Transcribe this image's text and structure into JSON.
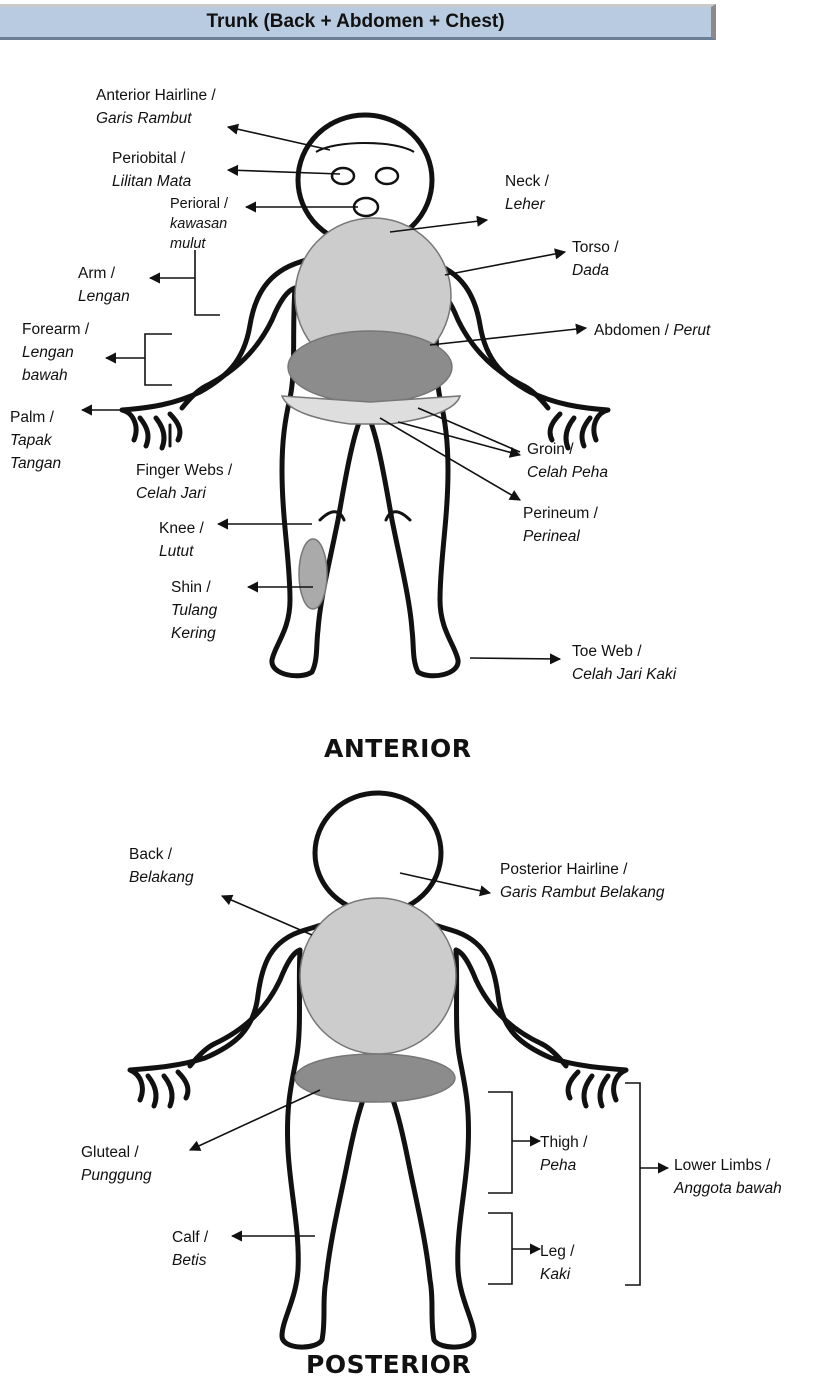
{
  "header": {
    "title": "Trunk (Back + Abdomen + Chest)"
  },
  "colors": {
    "header_bg": "#b9cbe0",
    "region_light": "#cccccc",
    "region_dark": "#8c8c8c",
    "outline": "#111111"
  },
  "anterior": {
    "title": "ANTERIOR",
    "labels": {
      "anterior_hairline": {
        "en": "Anterior Hairline /",
        "ms": "Garis Rambut"
      },
      "periorbital": {
        "en": "Periobital /",
        "ms": "Lilitan Mata"
      },
      "perioral": {
        "en": "Perioral /",
        "ms1": "kawasan",
        "ms2": "mulut"
      },
      "neck": {
        "en": "Neck /",
        "ms": "Leher"
      },
      "torso": {
        "en": "Torso /",
        "ms": "Dada"
      },
      "arm": {
        "en": "Arm /",
        "ms": "Lengan"
      },
      "forearm": {
        "en": "Forearm /",
        "ms1": "Lengan",
        "ms2": "bawah"
      },
      "abdomen": {
        "en": "Abdomen / ",
        "ms": "Perut"
      },
      "palm": {
        "en": "Palm /",
        "ms1": "Tapak",
        "ms2": "Tangan"
      },
      "groin": {
        "en": "Groin /",
        "ms": "Celah Peha"
      },
      "finger_webs": {
        "en": "Finger Webs /",
        "ms": "Celah Jari"
      },
      "perineum": {
        "en": "Perineum /",
        "ms": "Perineal"
      },
      "knee": {
        "en": "Knee /",
        "ms": "Lutut"
      },
      "shin": {
        "en": "Shin /",
        "ms1": "Tulang",
        "ms2": "Kering"
      },
      "toe_web": {
        "en": "Toe Web /",
        "ms": "Celah Jari Kaki"
      }
    }
  },
  "posterior": {
    "title": "POSTERIOR",
    "labels": {
      "back": {
        "en": "Back /",
        "ms": "Belakang"
      },
      "posterior_hairline": {
        "en": "Posterior Hairline /",
        "ms": "Garis Rambut Belakang"
      },
      "gluteal": {
        "en": "Gluteal  /",
        "ms": "Punggung"
      },
      "thigh": {
        "en": "Thigh  /",
        "ms": "Peha"
      },
      "lower_limbs": {
        "en": "Lower  Limbs /",
        "ms": "Anggota bawah"
      },
      "calf": {
        "en": "Calf /",
        "ms": "Betis"
      },
      "leg": {
        "en": "Leg /",
        "ms": "Kaki"
      }
    }
  }
}
